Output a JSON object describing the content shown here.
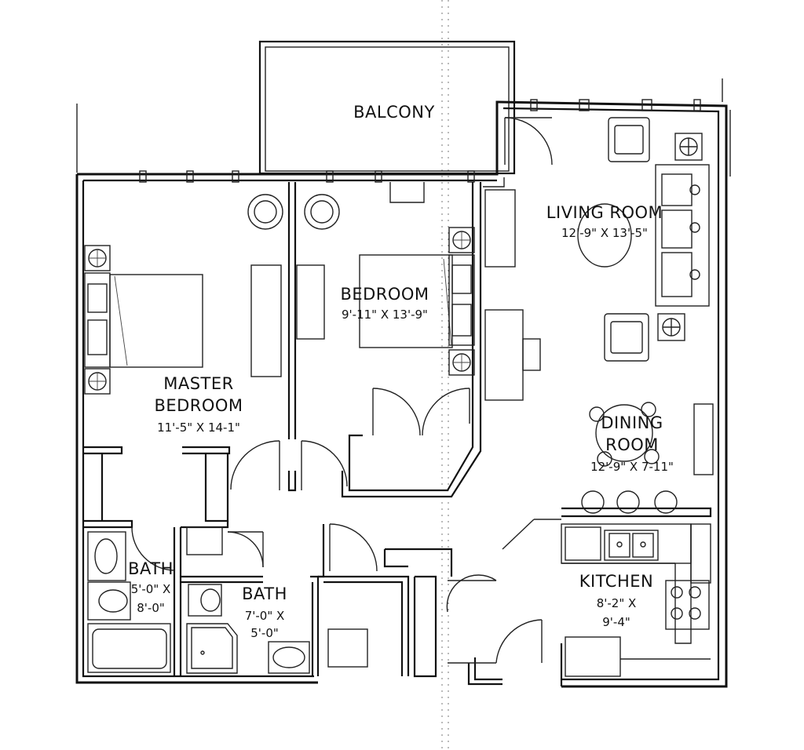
{
  "rooms": {
    "balcony": {
      "name": "BALCONY"
    },
    "living_room": {
      "name": "LIVING ROOM",
      "size": "12'-9\" X 13'-5\""
    },
    "bedroom": {
      "name": "BEDROOM",
      "size": "9'-11\" X 13'-9\""
    },
    "master_bedroom": {
      "name_line1": "MASTER",
      "name_line2": "BEDROOM",
      "size": "11'-5\" X 14-1\""
    },
    "dining_room": {
      "name_line1": "DINING",
      "name_line2": "ROOM",
      "size": "12'-9\" X 7-11\""
    },
    "kitchen": {
      "name": "KITCHEN",
      "size_line1": "8'-2\" X",
      "size_line2": "9'-4\""
    },
    "bath_left": {
      "name": "BATH",
      "size_line1": "5'-0\" X",
      "size_line2": "8'-0\""
    },
    "bath_right": {
      "name": "BATH",
      "size_line1": "7'-0\" X",
      "size_line2": "5'-0\""
    }
  }
}
